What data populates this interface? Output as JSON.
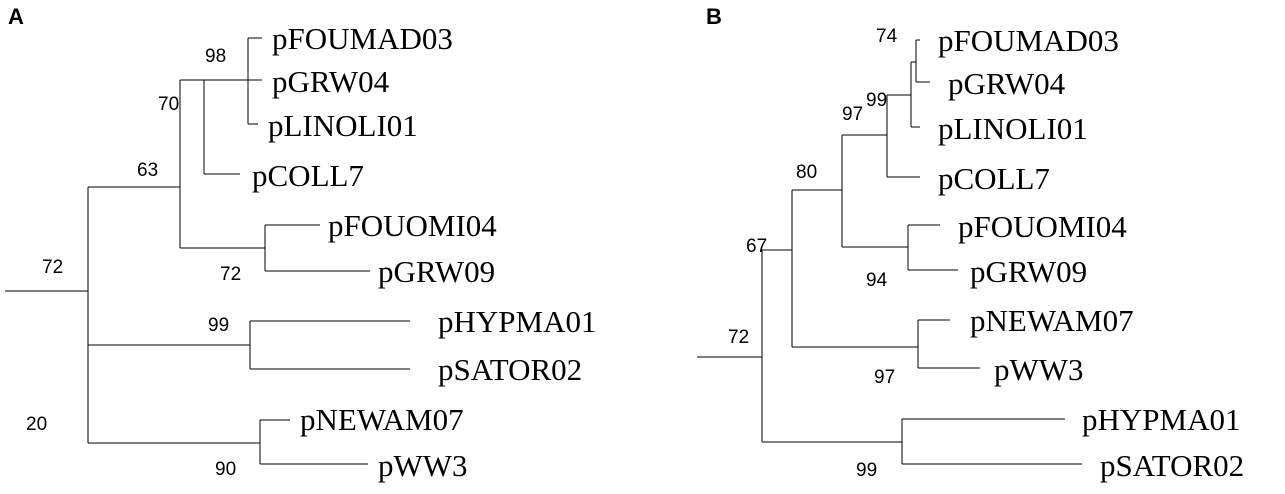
{
  "panels": [
    {
      "label": "A",
      "leaves": [
        "pFOUMAD03",
        "pGRW04",
        "pLINOLI01",
        "pCOLL7",
        "pFOUOMI04",
        "pGRW09",
        "pHYPMA01",
        "pSATOR02",
        "pNEWAM07",
        "pWW3"
      ],
      "support": [
        "98",
        "70",
        "63",
        "72",
        "72",
        "99",
        "20",
        "90"
      ]
    },
    {
      "label": "B",
      "leaves": [
        "pFOUMAD03",
        "pGRW04",
        "pLINOLI01",
        "pCOLL7",
        "pFOUOMI04",
        "pGRW09",
        "pNEWAM07",
        "pWW3",
        "pHYPMA01",
        "pSATOR02"
      ],
      "support": [
        "74",
        "99",
        "97",
        "80",
        "67",
        "94",
        "97",
        "72",
        "99"
      ]
    }
  ]
}
